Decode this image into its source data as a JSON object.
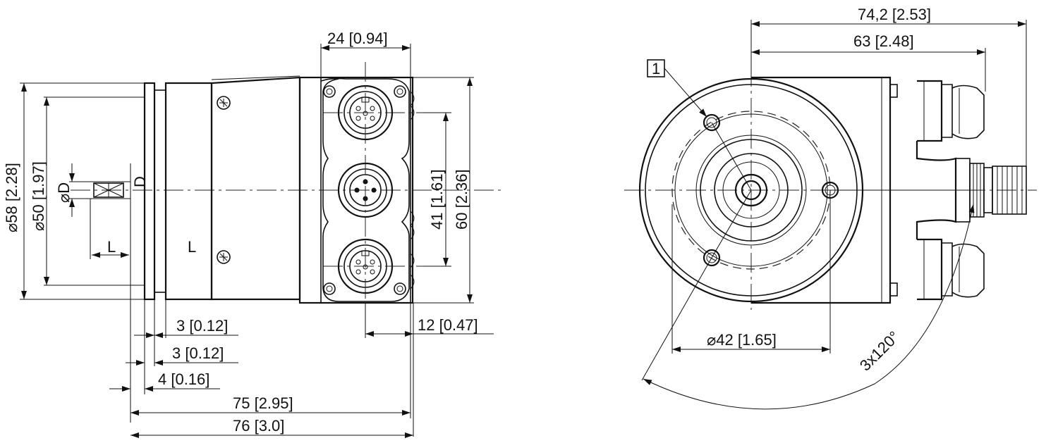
{
  "dimensions": {
    "width_24": "24 [0.94]",
    "dia_58": "58 [2.28]",
    "dia_50": "50 [1.97]",
    "dia_d": "D",
    "d_label": "D",
    "l_left": "L",
    "l_body": "L",
    "h_41": "41 [1.61]",
    "h_60": "60 [2.36]",
    "dim_3a": "3 [0.12]",
    "dim_3b": "3 [0.12]",
    "dim_4": "4 [0.16]",
    "dim_12": "12 [0.47]",
    "dim_75": "75 [2.95]",
    "dim_76": "76 [3.0]",
    "dim_742": "74,2 [2.53]",
    "dim_63": "63 [2.48]",
    "dia_42": "42 [1.65]",
    "angle": "3x120°",
    "callout_1": "1"
  },
  "symbols": {
    "diameter": "⌀"
  }
}
